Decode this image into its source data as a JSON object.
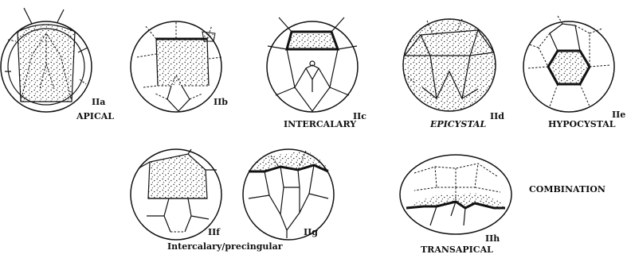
{
  "panels": [
    {
      "id": "IIa",
      "caption": "APICAL"
    },
    {
      "id": "IIb",
      "caption": ""
    },
    {
      "id": "IIc",
      "caption": "INTERCALARY"
    },
    {
      "id": "IId",
      "caption": "EPICYSTAL"
    },
    {
      "id": "IIe",
      "caption": "HYPOCYSTAL"
    },
    {
      "id": "IIf",
      "caption": ""
    },
    {
      "id": "IIg",
      "caption": ""
    },
    {
      "id": "IIh",
      "caption": "TRANSAPICAL"
    }
  ],
  "group_captions": {
    "intercalary_precingular": "Intercalary/precingular",
    "combination": "COMBINATION"
  }
}
